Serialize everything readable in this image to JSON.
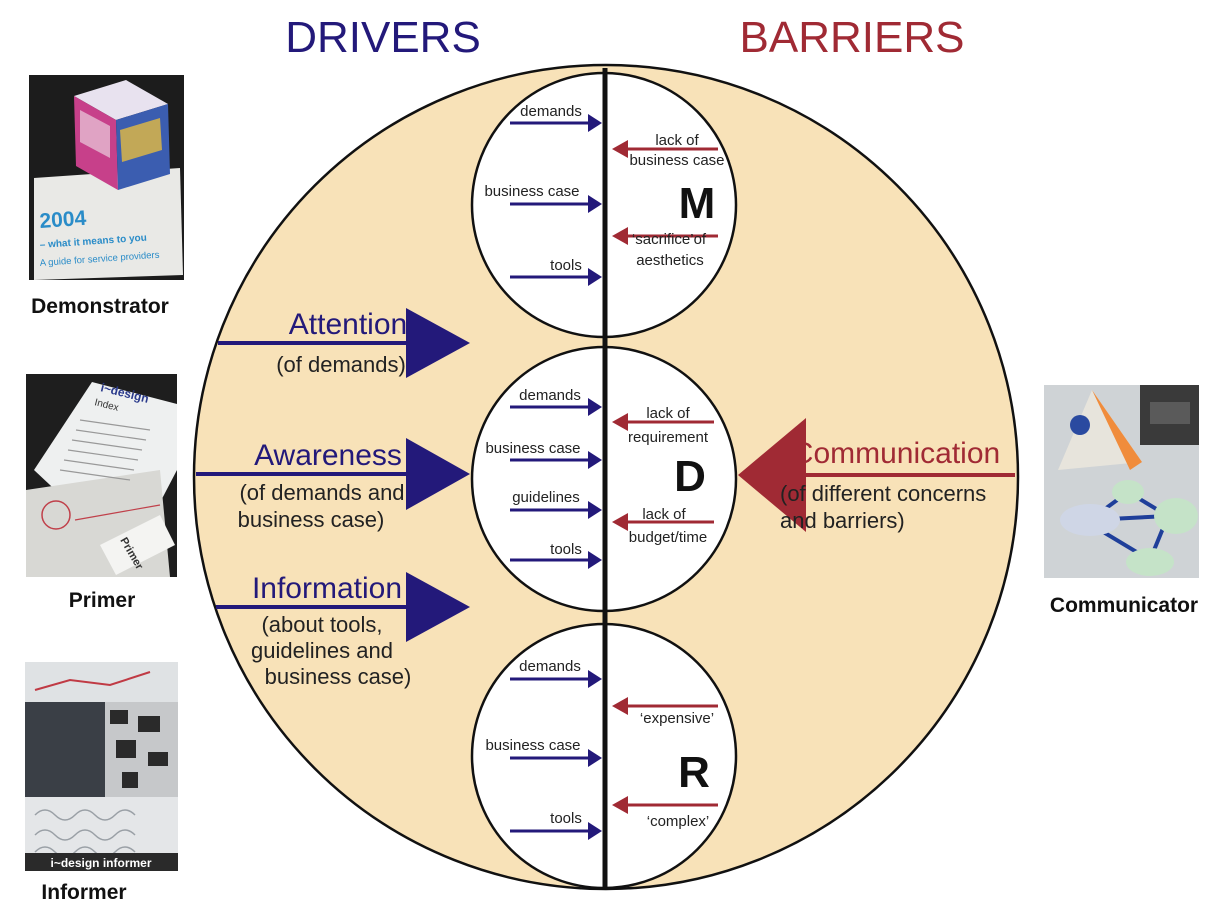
{
  "headings": {
    "drivers": "DRIVERS",
    "barriers": "BARRIERS"
  },
  "colors": {
    "drivers": "#23197a",
    "barriers": "#a02a34",
    "circle_fill": "#f8e2b8",
    "white": "#ffffff",
    "divider": "#111111"
  },
  "photos": {
    "demonstrator": {
      "label": "Demonstrator",
      "year": "2004",
      "line1": "– what it means to you",
      "line2": "A guide for service providers"
    },
    "primer": {
      "label": "Primer",
      "title": "i~design",
      "subtitle": "Index",
      "spine": "Primer"
    },
    "informer": {
      "label": "Informer",
      "caption": "i~design informer"
    },
    "communicator": {
      "label": "Communicator"
    }
  },
  "drivers": {
    "attention": {
      "title": "Attention",
      "lines": [
        "(of demands)"
      ]
    },
    "awareness": {
      "title": "Awareness",
      "lines": [
        "(of demands and",
        "business case)"
      ]
    },
    "information": {
      "title": "Information",
      "lines": [
        "(about tools,",
        "guidelines and",
        "business case)"
      ]
    }
  },
  "communication": {
    "title": "Communication",
    "lines": [
      "(of different concerns",
      "and barriers)"
    ]
  },
  "circles": {
    "m": {
      "letter": "M",
      "drivers": [
        "demands",
        "business case",
        "tools"
      ],
      "barriers": [
        [
          "lack of",
          "business case"
        ],
        [
          "‘sacrifice’of",
          "aesthetics"
        ]
      ]
    },
    "d": {
      "letter": "D",
      "drivers": [
        "demands",
        "business case",
        "guidelines",
        "tools"
      ],
      "barriers": [
        [
          "lack of",
          "requirement"
        ],
        [
          "lack of",
          "budget/time"
        ]
      ]
    },
    "r": {
      "letter": "R",
      "drivers": [
        "demands",
        "business case",
        "tools"
      ],
      "barriers": [
        [
          "‘expensive’"
        ],
        [
          "‘complex’"
        ]
      ]
    }
  }
}
